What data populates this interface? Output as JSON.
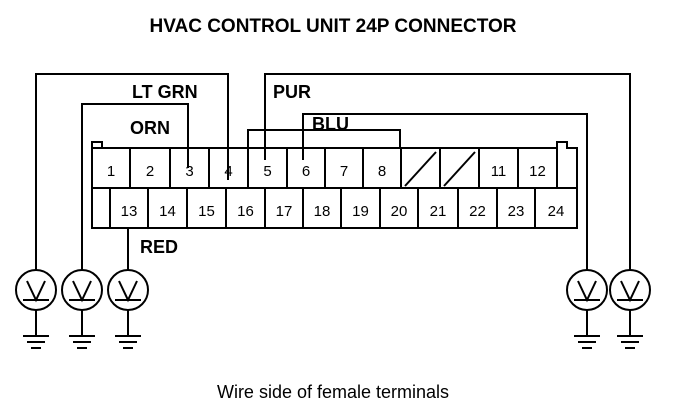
{
  "title": "HVAC CONTROL UNIT 24P CONNECTOR",
  "caption": "Wire side of female terminals",
  "wires": {
    "lt_grn": "LT GRN",
    "orn": "ORN",
    "red": "RED",
    "pur": "PUR",
    "blu": "BLU"
  },
  "connector": {
    "row1": [
      "1",
      "2",
      "3",
      "4",
      "5",
      "6",
      "7",
      "8",
      "",
      "",
      "11",
      "12"
    ],
    "row2": [
      "",
      "13",
      "14",
      "15",
      "16",
      "17",
      "18",
      "19",
      "20",
      "21",
      "22",
      "23",
      "24"
    ],
    "unused_cavities_row1": 2,
    "blank_cavities_row2": 1
  },
  "meters": {
    "count": 5,
    "symbol": "voltmeter",
    "ground_symbol": "ground"
  }
}
